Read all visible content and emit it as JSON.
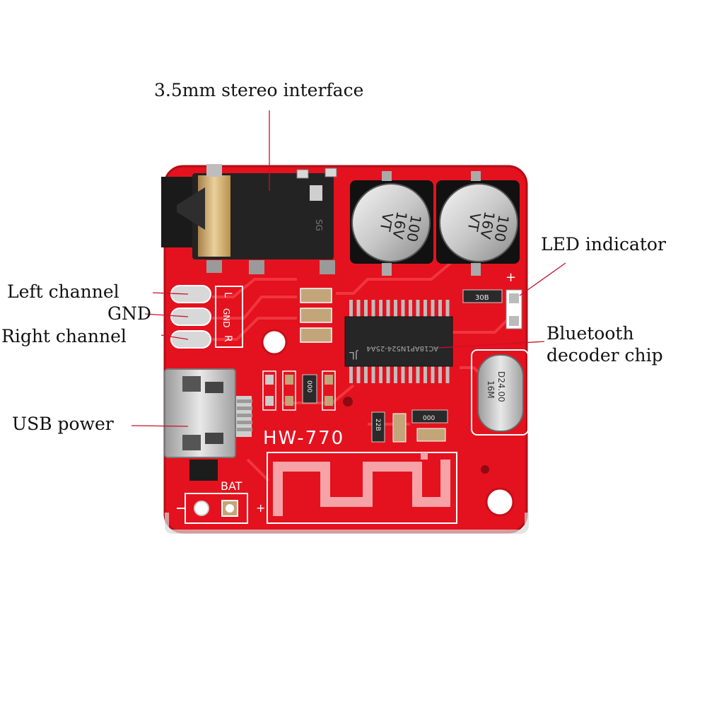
{
  "callouts": {
    "stereo_interface": "3.5mm stereo interface",
    "led_indicator": "LED indicator",
    "left_channel": "Left channel",
    "gnd": "GND",
    "right_channel": "Right channel",
    "bluetooth_chip_line1": "Bluetooth",
    "bluetooth_chip_line2": "decoder chip",
    "usb_power": "USB power"
  },
  "board": {
    "model_silkscreen": "HW-770",
    "bat_silkscreen": "BAT",
    "pad_labels": [
      "L",
      "GND",
      "R"
    ],
    "plus_marks": [
      "+",
      "+"
    ],
    "capacitor_marking": [
      "100",
      "16V",
      "VT"
    ],
    "crystal_marking": [
      "D24.00",
      "16M"
    ],
    "chip_marking": "AC18AP1N524-25A4",
    "chip_logo": "JL",
    "resistor_codes": [
      "30B",
      "000",
      "000",
      "22B"
    ],
    "jack_marking": "SG",
    "colors": {
      "pcb": "#e4121e",
      "pcb_edge": "#b40d17",
      "trace": "#f03a40",
      "silkscreen": "#ffffff",
      "label_text": "#111111",
      "leader_line": "#c8102e"
    }
  }
}
